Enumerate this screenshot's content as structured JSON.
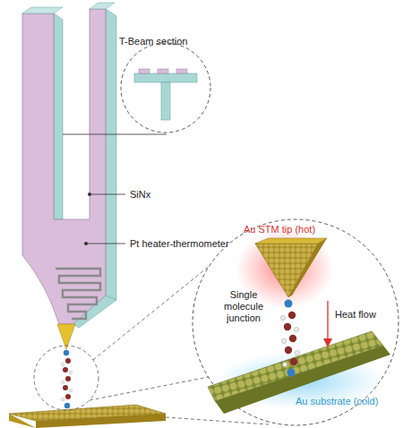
{
  "diagram": {
    "labels": [
      "T-Beam section",
      "SiNx",
      "Pt heater-thermometer",
      "Au STM tip (hot)",
      "Single molecule junction",
      "Heat flow",
      "Au substrate (cold)"
    ]
  }
}
